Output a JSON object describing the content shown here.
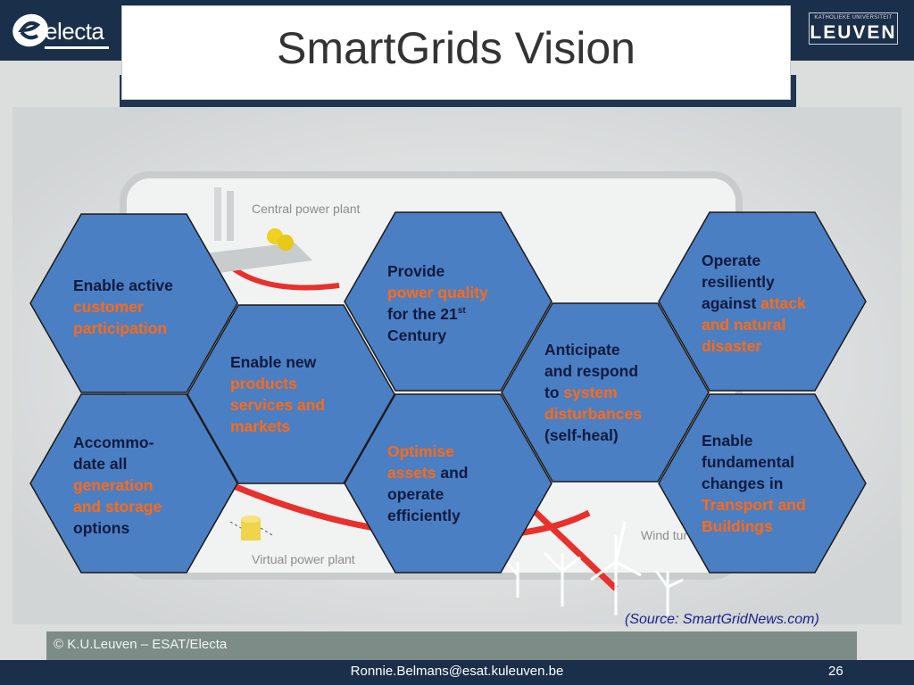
{
  "header": {
    "logo_text": "electa",
    "title": "SmartGrids Vision",
    "university_small": "KATHOLIEKE UNIVERSITEIT",
    "university_name": "LEUVEN"
  },
  "diagram": {
    "label_central": "Central power plant",
    "label_virtual": "Virtual power plant",
    "label_wind": "Wind tur",
    "source": "(Source: SmartGridNews.com)"
  },
  "colors": {
    "hex_fill": "#4b7fc4",
    "hex_text": "#101a3d",
    "highlight": "#ff6a14",
    "header_bg": "#1a2f4a",
    "grid_line": "#e8302c"
  },
  "hexagons": {
    "customer": {
      "line1": "Enable active",
      "hl1": "customer",
      "hl2": "participation"
    },
    "products": {
      "line1": "Enable new",
      "hl1": "products",
      "hl2": "services and",
      "hl3": "markets"
    },
    "generation": {
      "line1": "Accommo-",
      "line2": "date all",
      "hl1": "generation",
      "hl2": "and storage",
      "line3": "options"
    },
    "quality": {
      "line1": "Provide",
      "hl1": "power quality",
      "line2": "for the 21",
      "sup": "st",
      "line3": "Century"
    },
    "assets": {
      "hl1": "Optimise",
      "hl2": "assets",
      "line1": " and",
      "line2": "operate",
      "line3": "efficiently"
    },
    "disturbances": {
      "line1": "Anticipate",
      "line2": "and respond",
      "line3": "to ",
      "hl1": "system",
      "hl2": "disturbances",
      "line4": "(self-heal)"
    },
    "resilient": {
      "line1": "Operate",
      "line2": "resiliently",
      "line3": "against ",
      "hl1": "attack",
      "hl2": "and natural",
      "hl3": "disaster"
    },
    "transport": {
      "line1": "Enable",
      "line2": "fundamental",
      "line3": "changes in",
      "hl1": "Transport and",
      "hl2": "Buildings"
    }
  },
  "footer": {
    "copyright": "© K.U.Leuven – ESAT/Electa",
    "email": "Ronnie.Belmans@esat.kuleuven.be",
    "page": "26"
  }
}
